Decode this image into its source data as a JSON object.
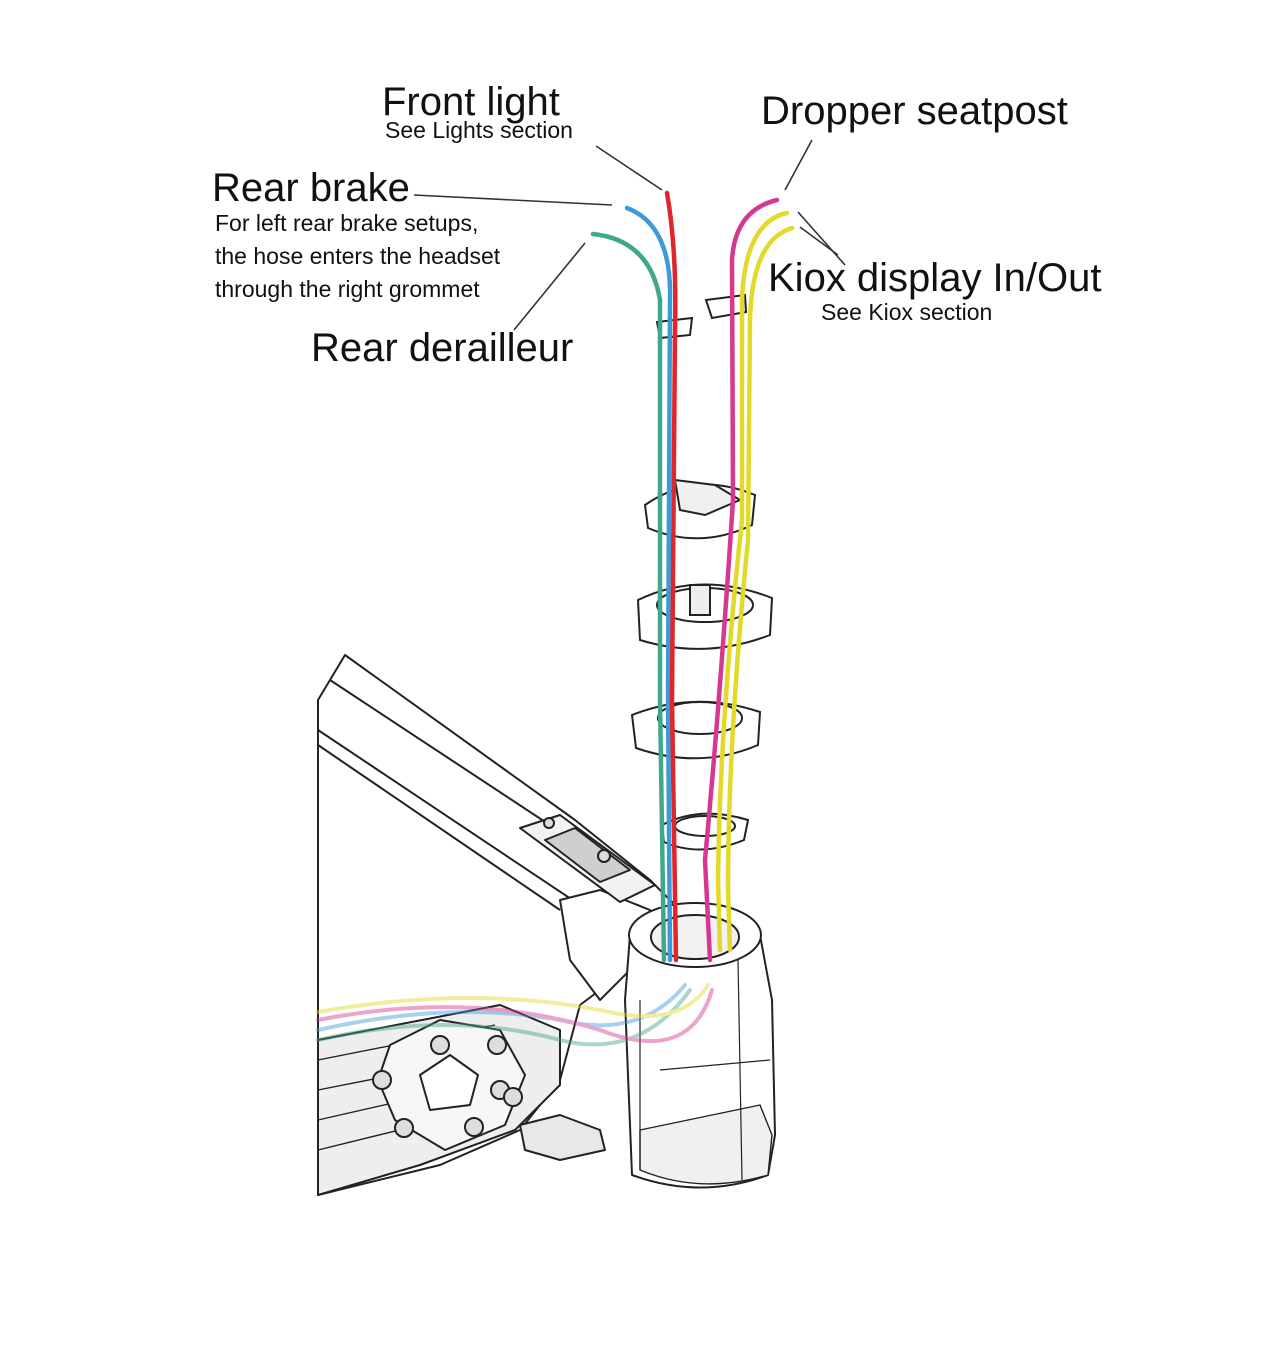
{
  "labels": {
    "front_light": {
      "title": "Front light",
      "note": "See Lights section"
    },
    "rear_brake": {
      "title": "Rear brake",
      "note_lines": [
        "For left rear brake setups,",
        "the hose enters the headset",
        "through the right grommet"
      ]
    },
    "rear_derailleur": {
      "title": "Rear derailleur"
    },
    "dropper_seatpost": {
      "title": "Dropper seatpost"
    },
    "kiox": {
      "title": "Kiox display In/Out",
      "note": "See Kiox section"
    }
  },
  "colors": {
    "front_light_cable": "#e0262c",
    "rear_brake_hose": "#3d9ad8",
    "rear_derailleur_cable": "#3fa78a",
    "dropper_cable": "#d6388f",
    "kiox_cable": "#e3d92a",
    "line_art": "#222222"
  }
}
